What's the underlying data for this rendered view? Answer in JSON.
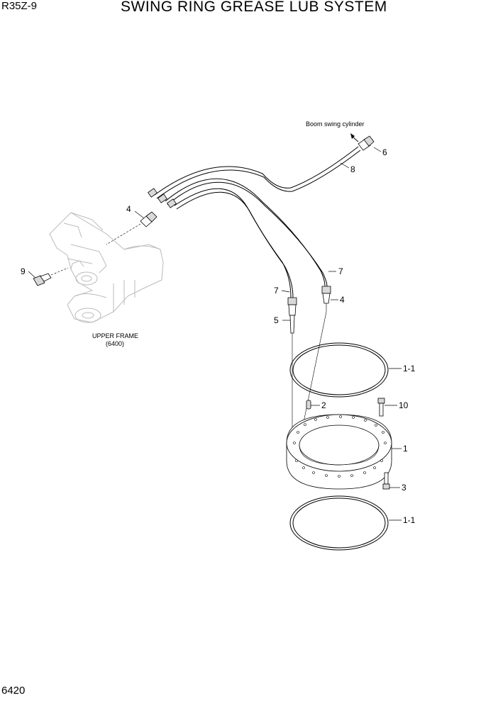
{
  "header": {
    "model": "R35Z-9",
    "title": "SWING RING GREASE LUB SYSTEM"
  },
  "footer": {
    "page_number": "6420"
  },
  "annotations": {
    "boom_swing_cylinder": "Boom swing cylinder",
    "upper_frame": "UPPER FRAME",
    "upper_frame_ref": "(6400)"
  },
  "callouts": {
    "c6": "6",
    "c8": "8",
    "c4_left": "4",
    "c9": "9",
    "c7_right": "7",
    "c7_left": "7",
    "c4_right": "4",
    "c5": "5",
    "c1_1_top": "1-1",
    "c2": "2",
    "c10": "10",
    "c1": "1",
    "c3": "3",
    "c1_1_bottom": "1-1"
  }
}
